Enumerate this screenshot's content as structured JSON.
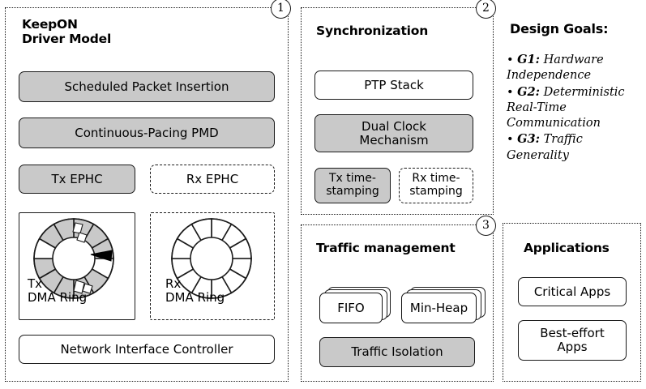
{
  "panels": {
    "driver_model": {
      "badge": "①",
      "badge_num": "1",
      "title": "KeepON\nDriver Model",
      "boxes": [
        {
          "label": "Scheduled Packet Insertion",
          "style": "gray"
        },
        {
          "label": "Continuous-Pacing PMD",
          "style": "gray"
        },
        {
          "label": "Tx EPHC",
          "style": "gray"
        },
        {
          "label": "Rx EPHC",
          "style": "dashed"
        },
        {
          "label": "Network Interface Controller",
          "style": "white"
        }
      ],
      "rings": [
        {
          "label": "Tx\nDMA Ring",
          "style": "solid",
          "fill": "gray"
        },
        {
          "label": "Rx\nDMA Ring",
          "style": "dashed",
          "fill": "white"
        }
      ]
    },
    "synchronization": {
      "badge": "②",
      "badge_num": "2",
      "title": "Synchronization",
      "boxes": [
        {
          "label": "PTP Stack",
          "style": "white"
        },
        {
          "label": "Dual Clock\nMechanism",
          "style": "gray"
        },
        {
          "label": "Tx time-\nstamping",
          "style": "gray"
        },
        {
          "label": "Rx time-\nstamping",
          "style": "dashed"
        }
      ]
    },
    "traffic_management": {
      "badge": "③",
      "badge_num": "3",
      "title": "Traffic management",
      "stacked": [
        {
          "label": "FIFO"
        },
        {
          "label": "Min-Heap"
        }
      ],
      "boxes": [
        {
          "label": "Traffic Isolation",
          "style": "gray"
        }
      ]
    },
    "applications": {
      "title": "Applications",
      "boxes": [
        {
          "label": "Critical Apps",
          "style": "white"
        },
        {
          "label": "Best-effort\nApps",
          "style": "white"
        }
      ]
    }
  },
  "design_goals": {
    "heading": "Design Goals:",
    "items": [
      {
        "bullet": "•",
        "label": "G1:",
        "text": " Hardware Independence"
      },
      {
        "bullet": "•",
        "label": "G2:",
        "text": " Deterministic Real-Time Communication"
      },
      {
        "bullet": "•",
        "label": "G3:",
        "text": " Traffic Generality"
      }
    ]
  },
  "colors": {
    "fill_gray": "#c9c9c9",
    "stroke": "#1a1a1a",
    "background": "#ffffff"
  }
}
